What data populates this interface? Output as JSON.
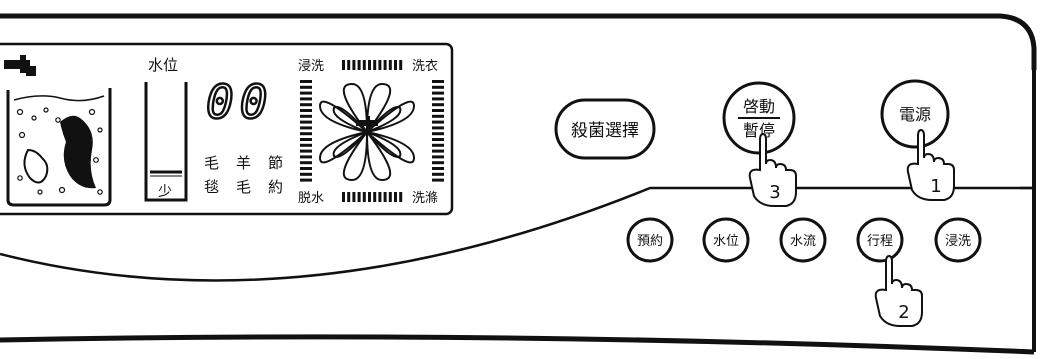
{
  "display": {
    "water_level_label": "水位",
    "water_level_min": "少",
    "digits": "00",
    "fabric_col1_top": "毛",
    "fabric_col1_bottom": "毯",
    "fabric_col2_top": "羊",
    "fabric_col2_bottom": "毛",
    "fabric_col3_top": "節",
    "fabric_col3_bottom": "約",
    "soak_indicator": "浸洗",
    "wash_indicator": "洗衣",
    "spin_indicator": "脱水",
    "rinse_indicator": "洗滌"
  },
  "buttons": {
    "course_select": "殺菌選擇",
    "start_pause_top": "啓動",
    "start_pause_bottom": "暫停",
    "power": "電源",
    "timer": "預約",
    "water_level": "水位",
    "water_flow": "水流",
    "program": "行程",
    "soak": "浸洗"
  },
  "steps": {
    "power_step": "1",
    "program_step": "2",
    "start_step": "3"
  }
}
